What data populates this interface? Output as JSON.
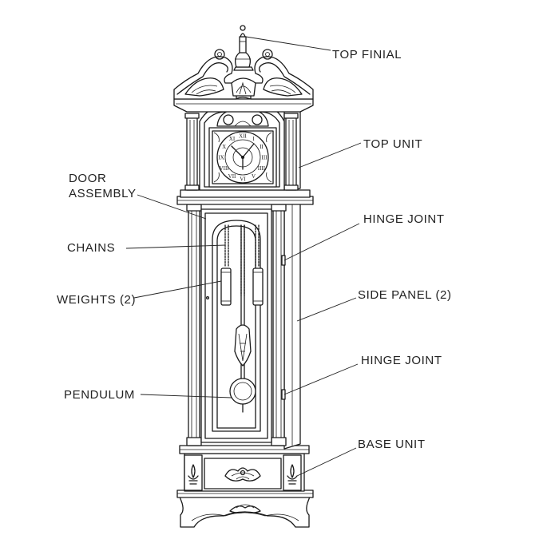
{
  "labels": {
    "top_finial": "TOP FINIAL",
    "top_unit": "TOP UNIT",
    "door_assembly_line1": "DOOR",
    "door_assembly_line2": "ASSEMBLY",
    "hinge_joint_upper": "HINGE JOINT",
    "chains": "CHAINS",
    "weights": "WEIGHTS (2)",
    "side_panel": "SIDE PANEL (2)",
    "hinge_joint_lower": "HINGE JOINT",
    "pendulum": "PENDULUM",
    "base_unit": "BASE UNIT"
  },
  "clock_face": {
    "numerals": [
      "XII",
      "I",
      "II",
      "III",
      "IIII",
      "V",
      "VI",
      "VII",
      "VIII",
      "IX",
      "X",
      "XI"
    ]
  },
  "colors": {
    "line": "#1a1a1a",
    "text": "#222222",
    "background": "#ffffff"
  }
}
